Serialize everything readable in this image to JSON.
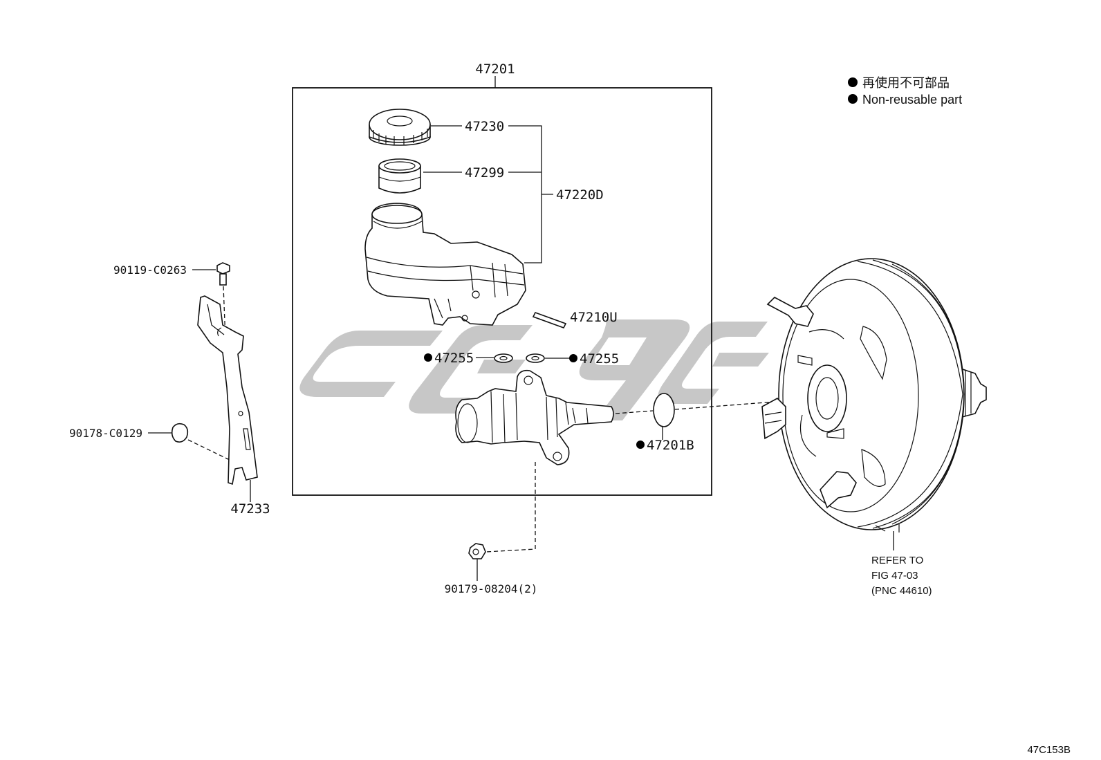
{
  "diagram": {
    "group_label": "47201",
    "parts": {
      "p47230": "47230",
      "p47299": "47299",
      "p47220D": "47220D",
      "p47210U": "47210U",
      "p47255_left": "47255",
      "p47255_right": "47255",
      "p47201B": "47201B",
      "p90119": "90119-C0263",
      "p90178": "90178-C0129",
      "p47233": "47233",
      "p90179": "90179-08204(2)"
    },
    "refer": {
      "line1": "REFER TO",
      "line2": "FIG 47-03",
      "line3": "(PNC 44610)"
    },
    "legend": {
      "japanese": "再使用不可部品",
      "english": "Non-reusable part",
      "marker_color": "#000000"
    },
    "figure_id": "47C153B",
    "watermark_color": "#bdbdbd"
  }
}
